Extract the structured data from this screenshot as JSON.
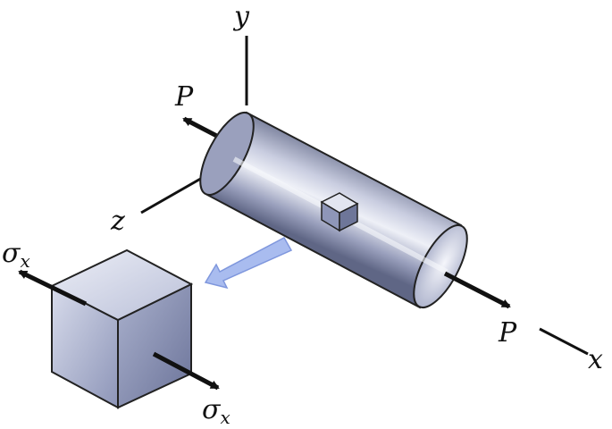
{
  "labels": {
    "y_axis": "y",
    "z_axis": "z",
    "x_axis": "x",
    "load_left": "P",
    "load_right": "P",
    "stress_top_main": "σ",
    "stress_top_sub": "x",
    "stress_bottom_main": "σ",
    "stress_bottom_sub": "x"
  },
  "colors": {
    "arrow": "#111111",
    "axis": "#111111",
    "callout_arrow": "#8fa6e6",
    "body_light": "#e6e8f2",
    "body_dark": "#7f86a3",
    "cube_front": "#c3c8de",
    "cube_side": "#8e96b8",
    "cube_top": "#e2e5f0"
  }
}
